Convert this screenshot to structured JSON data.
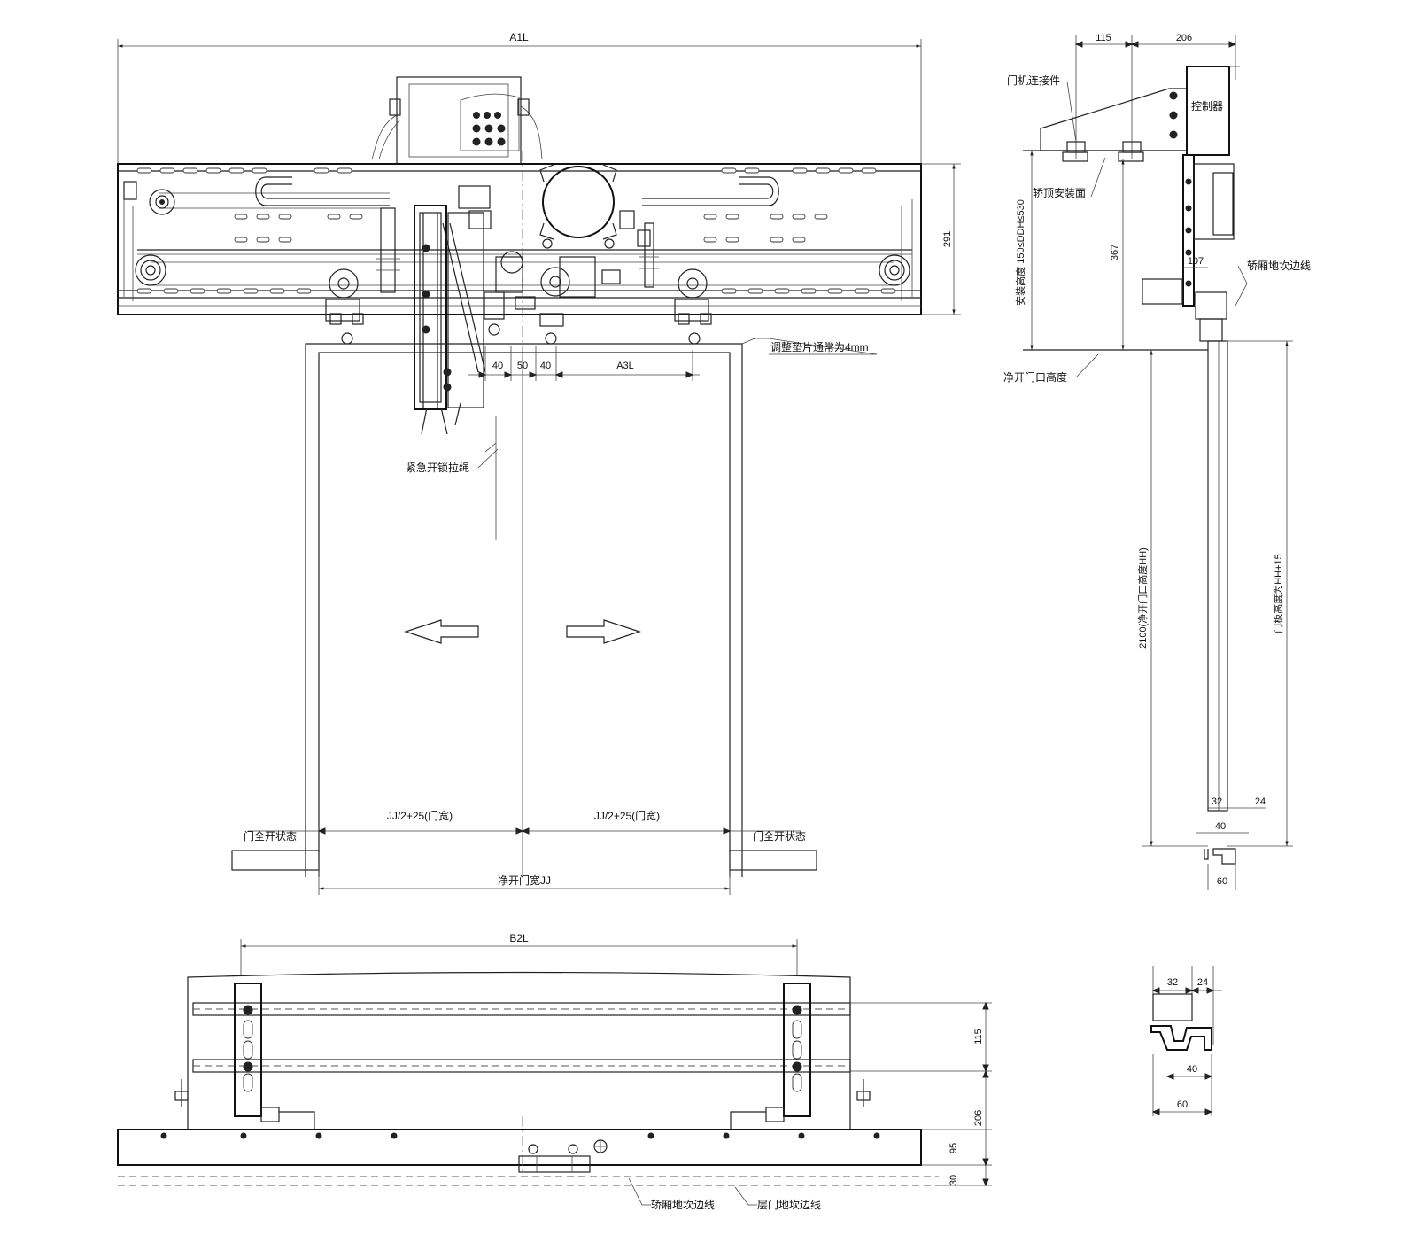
{
  "front_view": {
    "dim_a1l": "A1L",
    "dim_291": "291",
    "dim_40_left": "40",
    "dim_50": "50",
    "dim_40_right": "40",
    "dim_a3l": "A3L",
    "label_adjust_shim": "调整垫片通常为4mm",
    "label_emergency_rope": "紧急开锁拉绳",
    "dim_half_width_left": "JJ/2+25(门宽)",
    "dim_half_width_right": "JJ/2+25(门宽)",
    "label_fully_open_left": "门全开状态",
    "label_fully_open_right": "门全开状态",
    "dim_clear_width": "净开门宽JJ"
  },
  "side_view": {
    "dim_115": "115",
    "dim_206": "206",
    "label_connector": "门机连接件",
    "label_controller": "控制器",
    "label_car_top_surface": "轿顶安装面",
    "dim_install_height": "安装高度 150≤DDH≤530",
    "dim_367": "367",
    "dim_107": "107",
    "label_car_sill_line": "轿厢地坎边线",
    "label_clear_height": "净开门口高度",
    "dim_2100": "2100(净开门口高度HH)",
    "dim_panel_height": "门板高度为HH+15",
    "dim_32": "32",
    "dim_24": "24",
    "dim_40": "40",
    "dim_60": "60"
  },
  "top_view": {
    "dim_b2l": "B2L",
    "dim_115": "115",
    "dim_206": "206",
    "dim_95": "95",
    "dim_30": "30",
    "label_car_sill_edge": "轿厢地坎边线",
    "label_landing_sill_edge": "层门地坎边线"
  },
  "detail_view": {
    "dim_32": "32",
    "dim_24": "24",
    "dim_40": "40",
    "dim_60": "60"
  }
}
